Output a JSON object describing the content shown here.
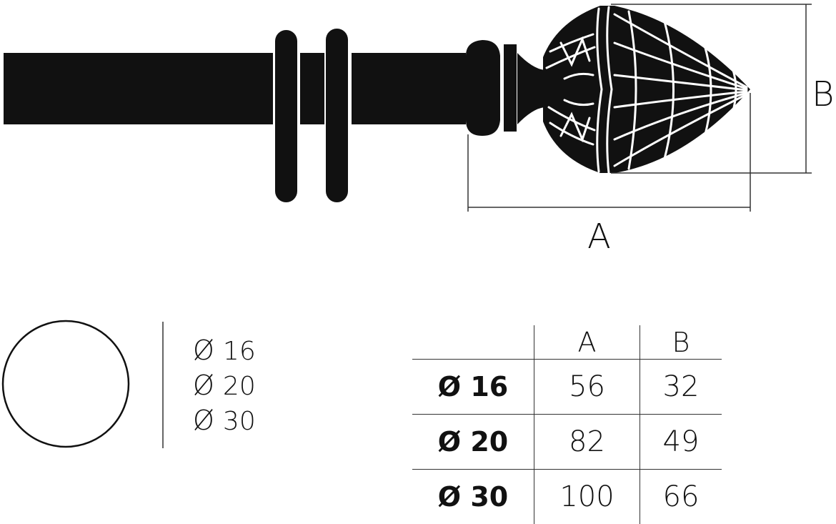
{
  "dimension_labels": {
    "a": "A",
    "b": "B"
  },
  "diameters": [
    {
      "symbol": "Ø",
      "value": "16"
    },
    {
      "symbol": "Ø",
      "value": "20"
    },
    {
      "symbol": "Ø",
      "value": "30"
    }
  ],
  "table": {
    "headers": [
      "A",
      "B"
    ],
    "rows": [
      {
        "diameter": "Ø 16",
        "a": "56",
        "b": "32"
      },
      {
        "diameter": "Ø 20",
        "a": "82",
        "b": "49"
      },
      {
        "diameter": "Ø 30",
        "a": "100",
        "b": "66"
      }
    ]
  },
  "colors": {
    "ink": "#111111",
    "background": "#ffffff"
  }
}
